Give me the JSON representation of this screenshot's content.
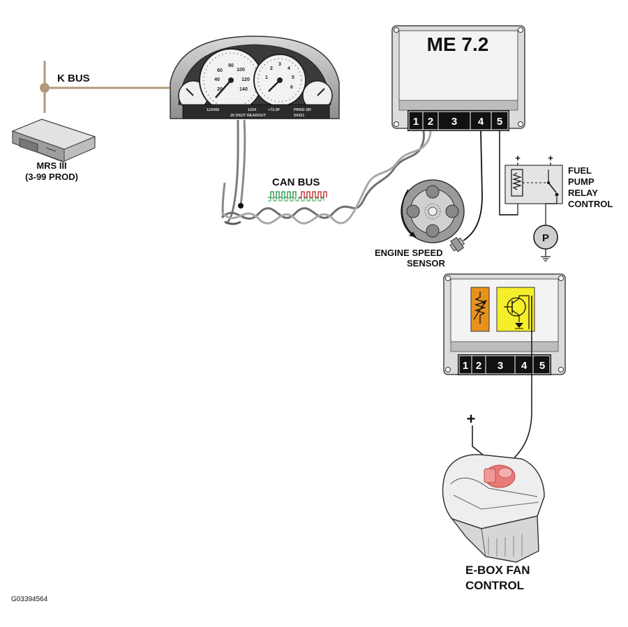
{
  "labels": {
    "k_bus": "K BUS",
    "mrs_line1": "MRS III",
    "mrs_line2": "(3-99 PROD)",
    "can_bus": "CAN BUS",
    "ecu_title": "ME 7.2",
    "engine_speed_line1": "ENGINE SPEED",
    "engine_speed_line2": "SENSOR",
    "fuel_pump_line1": "FUEL",
    "fuel_pump_line2": "PUMP",
    "fuel_pump_line3": "RELAY",
    "fuel_pump_line4": "CONTROL",
    "pump_symbol": "P",
    "ebox_line1": "E-BOX FAN",
    "ebox_line2": "CONTROL",
    "plus_sign": "+",
    "figure_id": "G03394564"
  },
  "ecu_pins": [
    "1",
    "2",
    "3",
    "4",
    "5"
  ],
  "fan_module_pins": [
    "1",
    "2",
    "3",
    "4",
    "5"
  ],
  "cluster_display": {
    "odometer": "123456",
    "trip": "1224",
    "temperature": "+72.0F",
    "gear": "PRND SR",
    "code": "54321",
    "readout": "20 DIGIT READOUT"
  },
  "colors": {
    "k_bus_line": "#b09a7c",
    "can_wire_green": "#3aa05a",
    "can_wire_red": "#c83c3c",
    "fan_driver_orange": "#e8921e",
    "fan_driver_yellow": "#f5ee2a",
    "fan_motor_red": "#e87a78"
  }
}
